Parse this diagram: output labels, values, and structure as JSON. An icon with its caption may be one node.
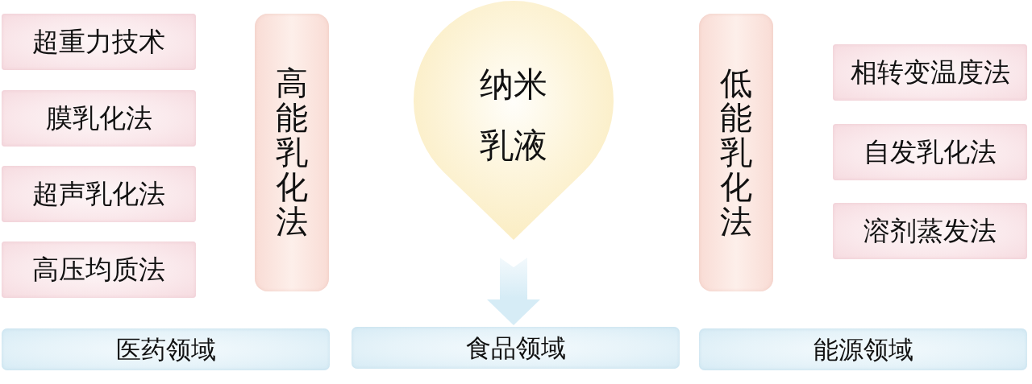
{
  "diagram": {
    "nodes": [
      {
        "text": [
          "超重力技术"
        ]
      },
      {
        "text": [
          "膜乳化法"
        ]
      },
      {
        "text": [
          "超声乳化法"
        ]
      },
      {
        "text": [
          "高压均质法"
        ]
      },
      {
        "text": [
          "高能乳化法"
        ]
      },
      {
        "text": [
          "纳米乳液"
        ]
      },
      {
        "text": [
          "低能乳化法"
        ]
      },
      {
        "text": [
          "相转变温度法"
        ]
      },
      {
        "text": [
          "自发乳化法"
        ]
      },
      {
        "text": [
          "溶剂蒸发法"
        ]
      },
      {
        "text": [
          "医药领域"
        ]
      },
      {
        "text": [
          "食品领域"
        ]
      },
      {
        "text": [
          "能源领域"
        ]
      }
    ],
    "edges": [
      {
        "from": 5,
        "to": 11,
        "arrow": "to"
      }
    ]
  }
}
